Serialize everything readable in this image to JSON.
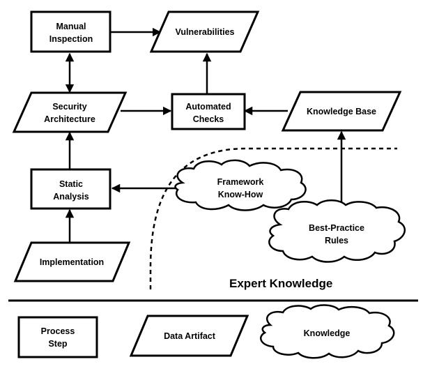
{
  "nodes": {
    "manual_inspection": [
      "Manual",
      "Inspection"
    ],
    "vulnerabilities": [
      "Vulnerabilities"
    ],
    "security_architecture": [
      "Security",
      "Architecture"
    ],
    "automated_checks": [
      "Automated",
      "Checks"
    ],
    "knowledge_base": [
      "Knowledge Base"
    ],
    "static_analysis": [
      "Static",
      "Analysis"
    ],
    "framework_knowhow": [
      "Framework",
      "Know-How"
    ],
    "best_practice_rules": [
      "Best-Practice",
      "Rules"
    ],
    "implementation": [
      "Implementation"
    ]
  },
  "region_label": "Expert Knowledge",
  "legend": {
    "process_step": [
      "Process",
      "Step"
    ],
    "data_artifact": [
      "Data Artifact"
    ],
    "knowledge": [
      "Knowledge"
    ]
  },
  "edges": [
    {
      "from": "manual_inspection",
      "to": "vulnerabilities"
    },
    {
      "from": "automated_checks",
      "to": "vulnerabilities"
    },
    {
      "from": "manual_inspection",
      "to": "security_architecture",
      "bidirectional": true
    },
    {
      "from": "security_architecture",
      "to": "automated_checks"
    },
    {
      "from": "knowledge_base",
      "to": "automated_checks"
    },
    {
      "from": "static_analysis",
      "to": "security_architecture"
    },
    {
      "from": "framework_knowhow",
      "to": "static_analysis"
    },
    {
      "from": "best_practice_rules",
      "to": "knowledge_base"
    },
    {
      "from": "implementation",
      "to": "static_analysis"
    }
  ]
}
